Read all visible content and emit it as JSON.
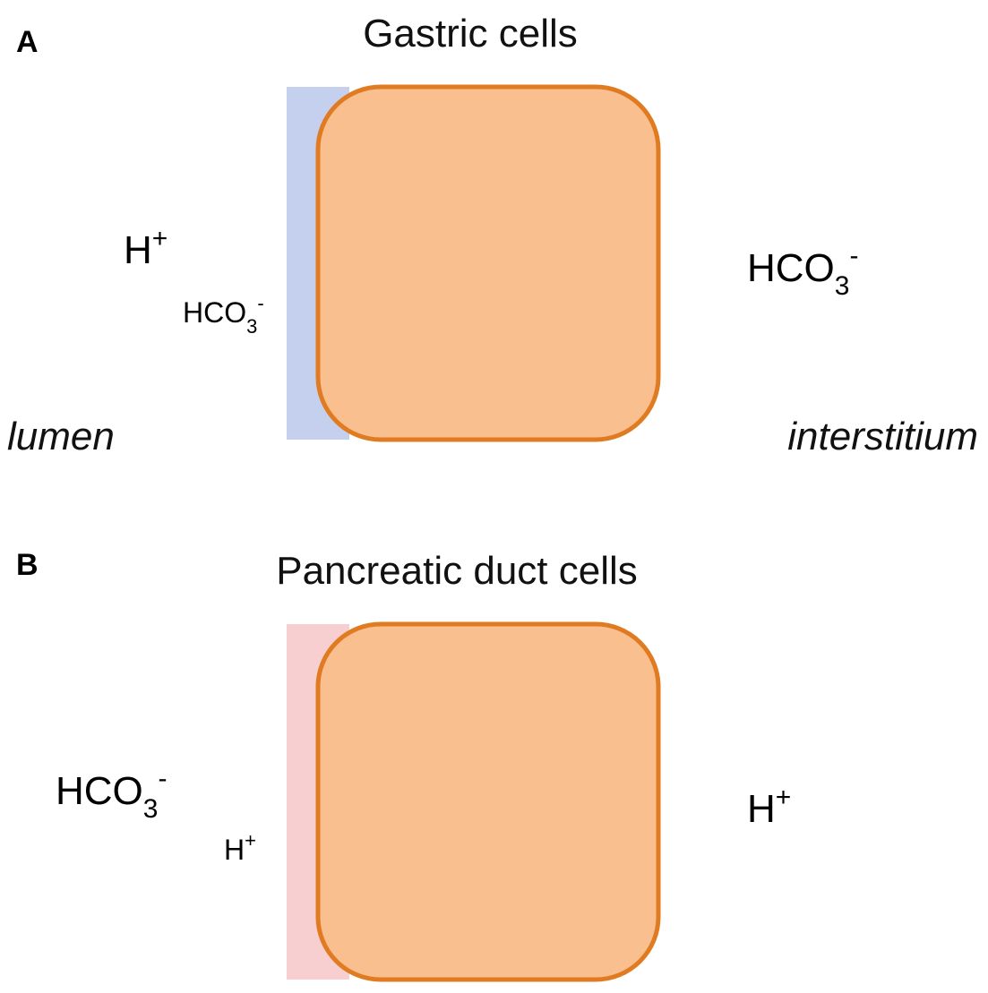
{
  "panel_a": {
    "letter": "A",
    "title": "Gastric cells",
    "left_region": "lumen",
    "right_region": "interstitium",
    "apical_big_ion": {
      "base": "H",
      "sup": "+"
    },
    "apical_small_ion": {
      "base": "HCO",
      "sub": "3",
      "sup": "-"
    },
    "basolateral_ion": {
      "base": "HCO",
      "sub": "3",
      "sup": "-"
    },
    "lumen_tint": "#c5d0ef"
  },
  "panel_b": {
    "letter": "B",
    "title": "Pancreatic duct cells",
    "apical_big_ion": {
      "base": "HCO",
      "sub": "3",
      "sup": "-"
    },
    "apical_small_ion": {
      "base": "H",
      "sup": "+"
    },
    "basolateral_ion": {
      "base": "H",
      "sup": "+"
    },
    "lumen_tint": "#f7cfd0"
  },
  "colors": {
    "cell_fill": "#f9bf8f",
    "cell_stroke": "#e07b22",
    "proton_arrow": "#e8121a",
    "bicarbonate_arrow": "#1f72c0"
  }
}
